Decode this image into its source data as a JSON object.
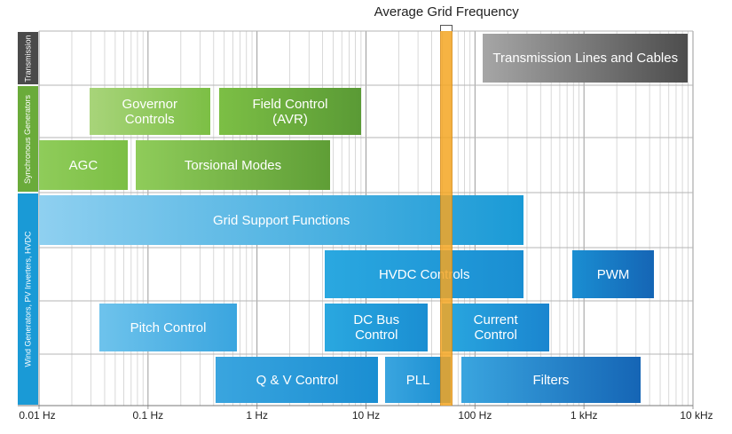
{
  "title": "Average Grid Frequency",
  "axis": {
    "scale": "log",
    "unit": "Hz",
    "min": 0.01,
    "max": 10000,
    "ticks": [
      {
        "value": 0.01,
        "label": "0.01 Hz"
      },
      {
        "value": 0.1,
        "label": "0.1 Hz"
      },
      {
        "value": 1,
        "label": "1 Hz"
      },
      {
        "value": 10,
        "label": "10 Hz"
      },
      {
        "value": 100,
        "label": "100 Hz"
      },
      {
        "value": 1000,
        "label": "1 kHz"
      },
      {
        "value": 10000,
        "label": "10 kHz"
      }
    ]
  },
  "grid_frequency": {
    "min_hz": 50,
    "max_hz": 60,
    "color": "#f5a623"
  },
  "bands": [
    {
      "label": "Transmission",
      "color": "#4a4a4a",
      "rows": 1
    },
    {
      "label": "Synchronous Generators",
      "color": "#6aab3a",
      "rows": 2
    },
    {
      "label": "Wind Generators, PV Inverters, HVDC",
      "color": "#1a9ad6",
      "rows": 4
    }
  ],
  "bars": [
    {
      "label": "Transmission Lines and Cables",
      "from_hz": 118,
      "to_hz": 9000,
      "row": 0,
      "color_start": "#a6a6a6",
      "color_end": "#4d4d4d"
    },
    {
      "label": "Governor\nControls",
      "from_hz": 0.029,
      "to_hz": 0.37,
      "row": 1,
      "color_start": "#a8d47a",
      "color_end": "#7cbf45"
    },
    {
      "label": "Field Control\n(AVR)",
      "from_hz": 0.45,
      "to_hz": 9.0,
      "row": 1,
      "color_start": "#7cbf45",
      "color_end": "#5a9a35"
    },
    {
      "label": "AGC",
      "from_hz": 0.01,
      "to_hz": 0.065,
      "row": 2,
      "color_start": "#8fcc5a",
      "color_end": "#7cbf45"
    },
    {
      "label": "Torsional Modes",
      "from_hz": 0.077,
      "to_hz": 4.7,
      "row": 2,
      "color_start": "#8fcc5a",
      "color_end": "#5f9e36"
    },
    {
      "label": "Grid Support Functions",
      "from_hz": 0.01,
      "to_hz": 280,
      "row": 3,
      "color_start": "#8fd0f0",
      "color_end": "#1a9ad6"
    },
    {
      "label": "HVDC Controls",
      "from_hz": 4.2,
      "to_hz": 280,
      "row": 4,
      "color_start": "#2aa8e0",
      "color_end": "#1a8ed2"
    },
    {
      "label": "PWM",
      "from_hz": 780,
      "to_hz": 4400,
      "row": 4,
      "color_start": "#1a8ed2",
      "color_end": "#1565b5"
    },
    {
      "label": "Pitch Control",
      "from_hz": 0.036,
      "to_hz": 0.65,
      "row": 5,
      "color_start": "#6ec3ec",
      "color_end": "#3aa5df"
    },
    {
      "label": "DC Bus\nControl",
      "from_hz": 4.2,
      "to_hz": 37,
      "row": 5,
      "color_start": "#2aa8e0",
      "color_end": "#1a8ed2"
    },
    {
      "label": "Current\nControl",
      "from_hz": 50,
      "to_hz": 480,
      "row": 5,
      "color_start": "#2aa8e0",
      "color_end": "#1a85cf"
    },
    {
      "label": "Q & V Control",
      "from_hz": 0.42,
      "to_hz": 13,
      "row": 6,
      "color_start": "#3aa5df",
      "color_end": "#1a8ed2"
    },
    {
      "label": "PLL",
      "from_hz": 15,
      "to_hz": 60,
      "row": 6,
      "color_start": "#3aa5df",
      "color_end": "#1a8ed2"
    },
    {
      "label": "Filters",
      "from_hz": 75,
      "to_hz": 3300,
      "row": 6,
      "color_start": "#3aa5df",
      "color_end": "#1565b5"
    }
  ]
}
